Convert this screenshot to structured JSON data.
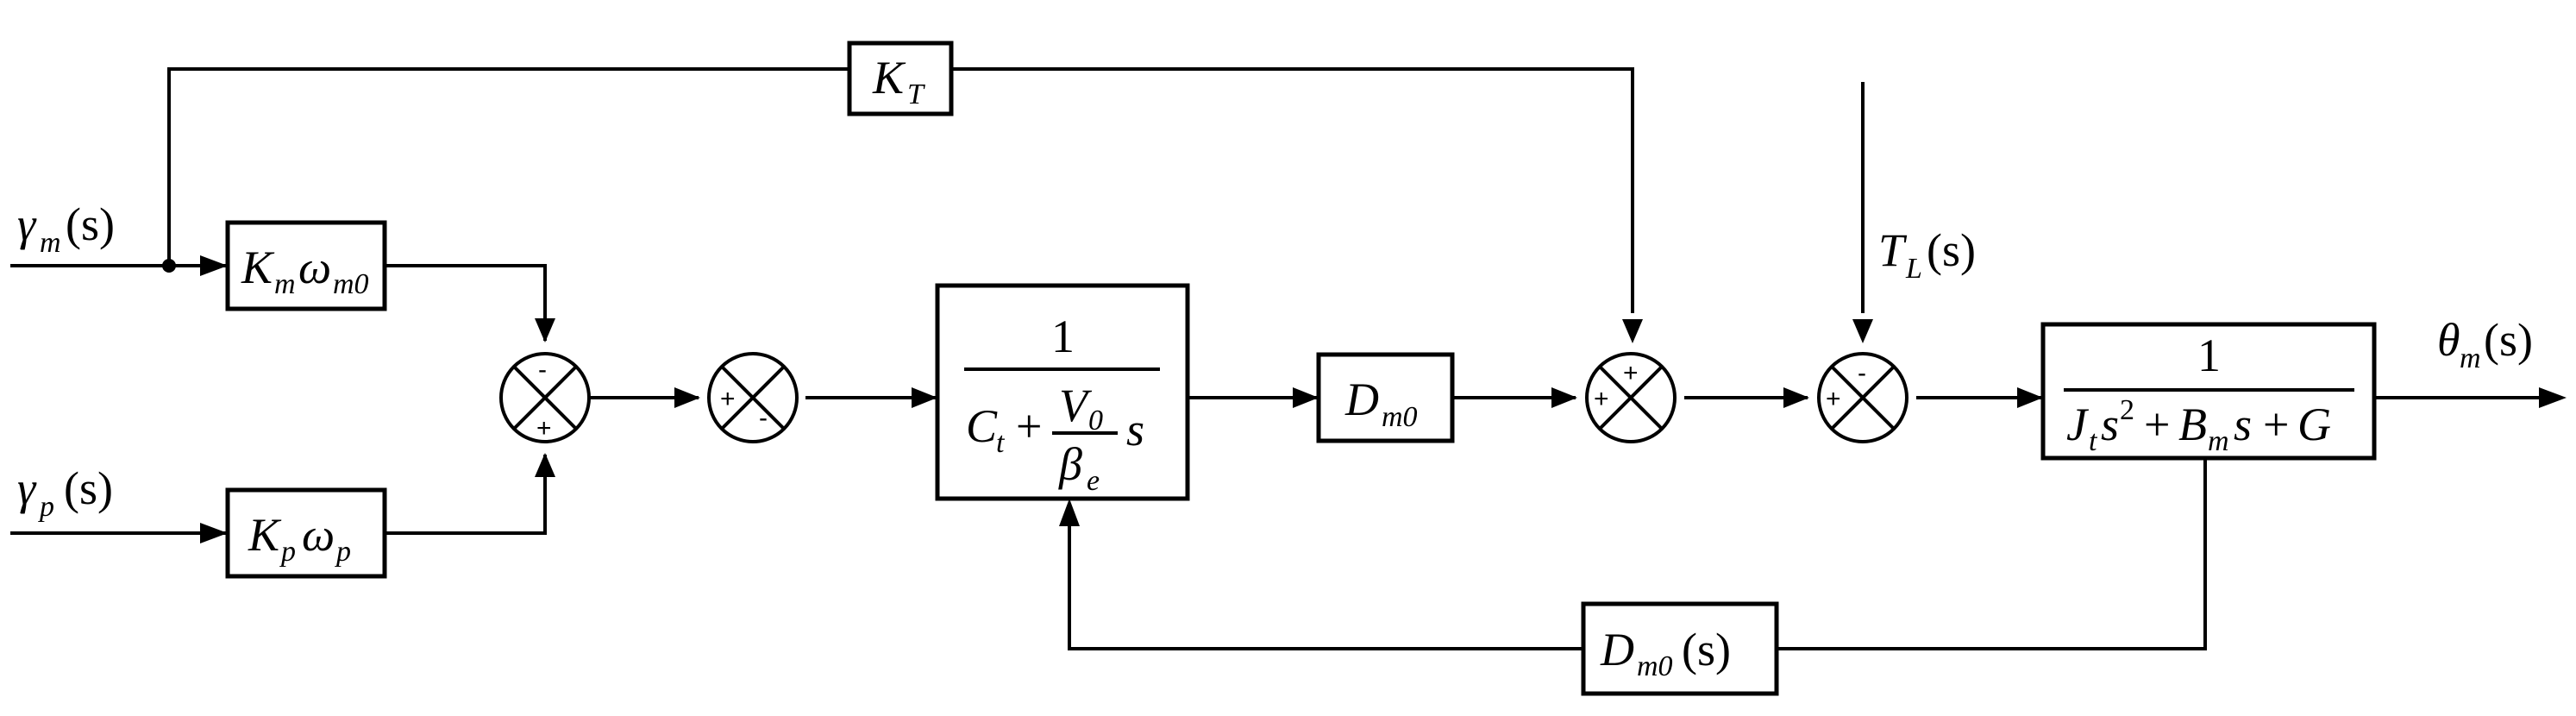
{
  "signals": {
    "gamma_m": {
      "sym": "γ",
      "sub": "m",
      "arg": "(s)"
    },
    "gamma_p": {
      "sym": "γ",
      "sub": "p",
      "arg": "(s)"
    },
    "T_L": {
      "sym": "T",
      "sub": "L",
      "arg": "(s)"
    },
    "theta_m": {
      "sym": "θ",
      "sub": "m",
      "arg": "(s)"
    }
  },
  "blocks": {
    "K_T": {
      "sym": "K",
      "sub": "T"
    },
    "Km_wm0": {
      "sym1": "K",
      "sub1": "m",
      "sym2": "ω",
      "sub2": "m0"
    },
    "Kp_wp": {
      "sym1": "K",
      "sub1": "p",
      "sym2": "ω",
      "sub2": "p"
    },
    "flow_tf": {
      "num": "1",
      "den_Ct": "C",
      "den_Ct_sub": "t",
      "den_plus": "+",
      "V0": "V",
      "V0_sub": "0",
      "beta": "β",
      "beta_sub": "e",
      "s": "s"
    },
    "D_m0": {
      "sym": "D",
      "sub": "m0"
    },
    "plant_tf": {
      "num": "1",
      "J": "J",
      "J_sub": "t",
      "s2": "s",
      "s2_sup": "2",
      "plus1": "+",
      "B": "B",
      "B_sub": "m",
      "s": "s",
      "plus2": "+",
      "G": "G"
    },
    "D_m0_s": {
      "sym": "D",
      "sub": "m0",
      "arg": "(s)"
    }
  },
  "summing_junctions": {
    "sum1": {
      "top": "-",
      "bottom": "+"
    },
    "sum2": {
      "left": "+",
      "right": "-"
    },
    "sum3": {
      "top": "+",
      "left": "+"
    },
    "sum4": {
      "top": "-",
      "left": "+"
    }
  }
}
